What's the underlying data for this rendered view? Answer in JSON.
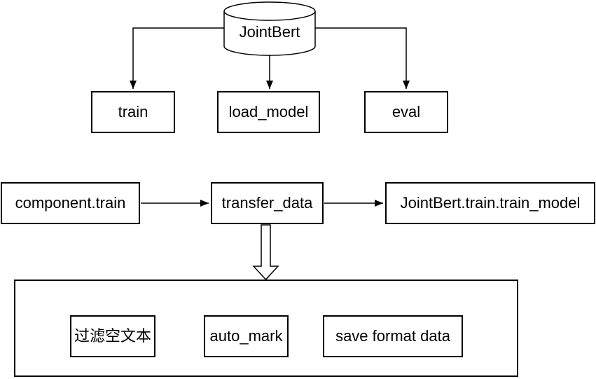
{
  "diagram": {
    "type": "flowchart",
    "colors": {
      "stroke": "#000000",
      "background": "#ffffff",
      "text": "#000000"
    },
    "cylinder": {
      "label": "JointBert",
      "shape": "cylinder"
    },
    "nodes": {
      "train": "train",
      "load_model": "load_model",
      "eval": "eval",
      "component_train": "component.train",
      "transfer_data": "transfer_data",
      "jointbert_train_train_model": "JointBert.train.train_model",
      "filter_empty_text": "过滤空文本",
      "auto_mark": "auto_mark",
      "save_format_data": "save format data"
    },
    "edges": [
      {
        "from": "JointBert",
        "to": "train",
        "style": "line-arrow"
      },
      {
        "from": "JointBert",
        "to": "load_model",
        "style": "line-arrow"
      },
      {
        "from": "JointBert",
        "to": "eval",
        "style": "line-arrow"
      },
      {
        "from": "component.train",
        "to": "transfer_data",
        "style": "line-arrow"
      },
      {
        "from": "transfer_data",
        "to": "JointBert.train.train_model",
        "style": "line-arrow"
      },
      {
        "from": "transfer_data",
        "to": "process-group",
        "style": "block-arrow"
      },
      {
        "from": "过滤空文本",
        "to": "auto_mark",
        "style": "line-arrow"
      },
      {
        "from": "auto_mark",
        "to": "save format data",
        "style": "line-arrow"
      }
    ]
  }
}
